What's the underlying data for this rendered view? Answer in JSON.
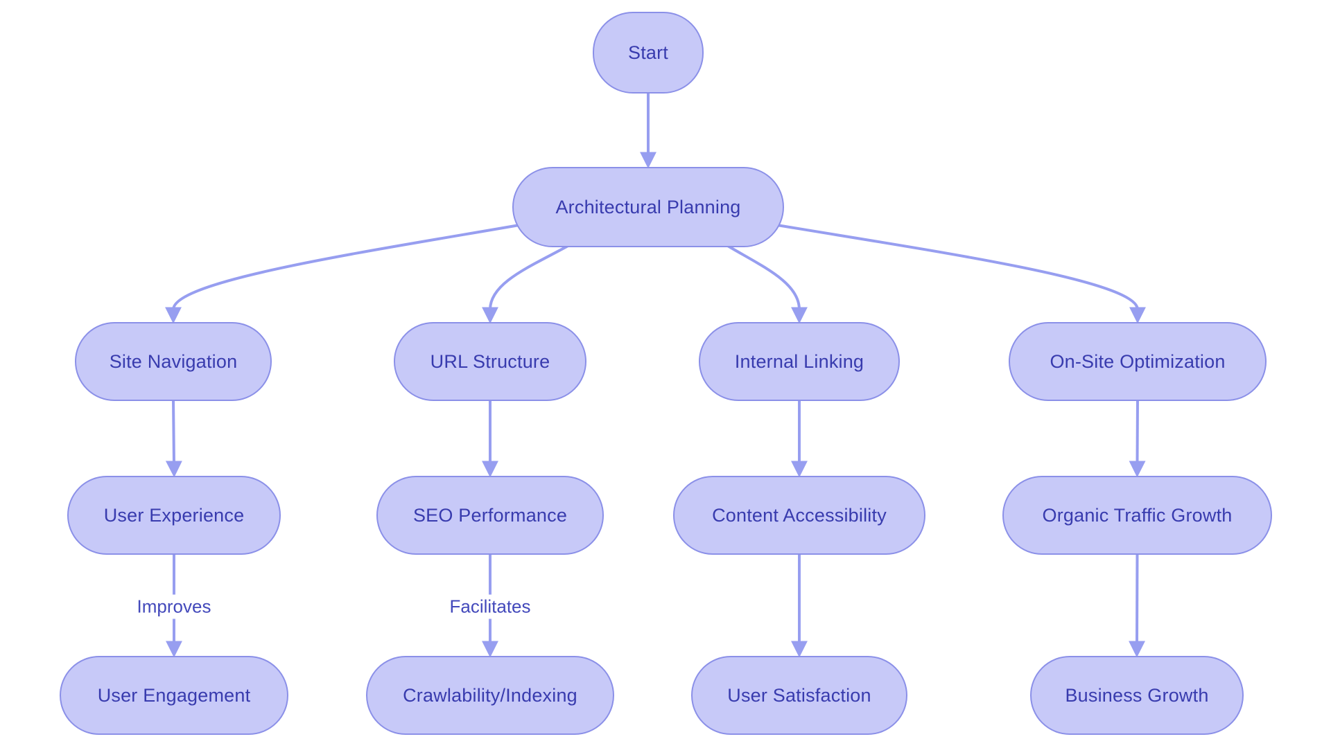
{
  "diagram": {
    "background": "#ffffff",
    "node_fill": "#c7c9f8",
    "node_border": "#8b90e8",
    "node_text_color": "#383bae",
    "edge_color": "#979ef0",
    "edge_label_color": "#4349bb"
  },
  "nodes": [
    {
      "id": "start",
      "label": "Start"
    },
    {
      "id": "architectural-planning",
      "label": "Architectural Planning"
    },
    {
      "id": "site-navigation",
      "label": "Site Navigation"
    },
    {
      "id": "url-structure",
      "label": "URL Structure"
    },
    {
      "id": "internal-linking",
      "label": "Internal Linking"
    },
    {
      "id": "on-site-optimization",
      "label": "On-Site Optimization"
    },
    {
      "id": "user-experience",
      "label": "User Experience"
    },
    {
      "id": "seo-performance",
      "label": "SEO Performance"
    },
    {
      "id": "content-accessibility",
      "label": "Content Accessibility"
    },
    {
      "id": "organic-traffic-growth",
      "label": "Organic Traffic Growth"
    },
    {
      "id": "user-engagement",
      "label": "User Engagement"
    },
    {
      "id": "crawlability-indexing",
      "label": "Crawlability/Indexing"
    },
    {
      "id": "user-satisfaction",
      "label": "User Satisfaction"
    },
    {
      "id": "business-growth",
      "label": "Business Growth"
    }
  ],
  "edges": [
    {
      "from": "start",
      "to": "architectural-planning"
    },
    {
      "from": "architectural-planning",
      "to": "site-navigation"
    },
    {
      "from": "architectural-planning",
      "to": "url-structure"
    },
    {
      "from": "architectural-planning",
      "to": "internal-linking"
    },
    {
      "from": "architectural-planning",
      "to": "on-site-optimization"
    },
    {
      "from": "site-navigation",
      "to": "user-experience"
    },
    {
      "from": "url-structure",
      "to": "seo-performance"
    },
    {
      "from": "internal-linking",
      "to": "content-accessibility"
    },
    {
      "from": "on-site-optimization",
      "to": "organic-traffic-growth"
    },
    {
      "from": "user-experience",
      "to": "user-engagement",
      "label": "Improves"
    },
    {
      "from": "seo-performance",
      "to": "crawlability-indexing",
      "label": "Facilitates"
    },
    {
      "from": "content-accessibility",
      "to": "user-satisfaction"
    },
    {
      "from": "organic-traffic-growth",
      "to": "business-growth"
    }
  ]
}
